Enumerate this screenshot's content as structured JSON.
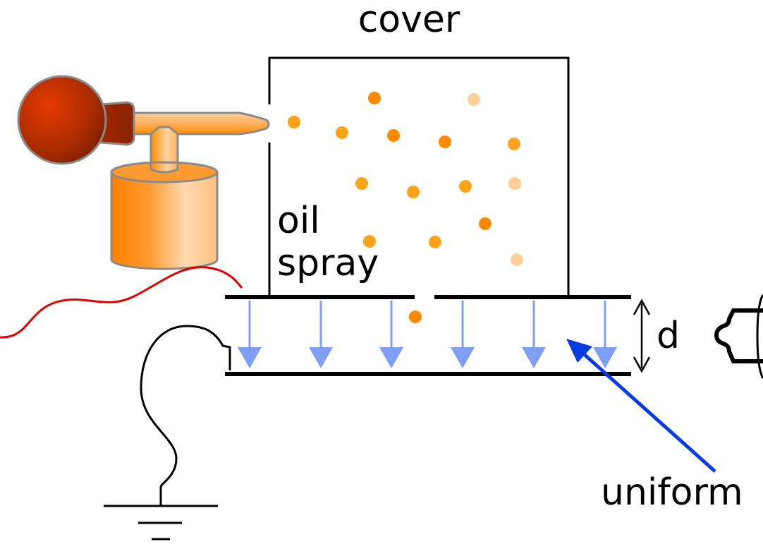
{
  "labels": {
    "cover": "cover",
    "oil": "oil",
    "spray": "spray",
    "distance": "d",
    "field": "uniform"
  },
  "colors": {
    "ink": "#000000",
    "field_arrow": "#7f9ff5",
    "pointer_arrow": "#0a3be0",
    "supply_wire": "#e00000",
    "bulb": "#a52a00",
    "reservoir": "#ff8c00",
    "droplet_dark": "#ff8a00",
    "droplet_mid": "#ffa31a",
    "droplet_light": "#ffcf99"
  },
  "icons": {
    "atomizer": "atomizer-bulb-icon",
    "ground": "ground-symbol-icon",
    "microscope": "microscope-eyepiece-icon"
  }
}
